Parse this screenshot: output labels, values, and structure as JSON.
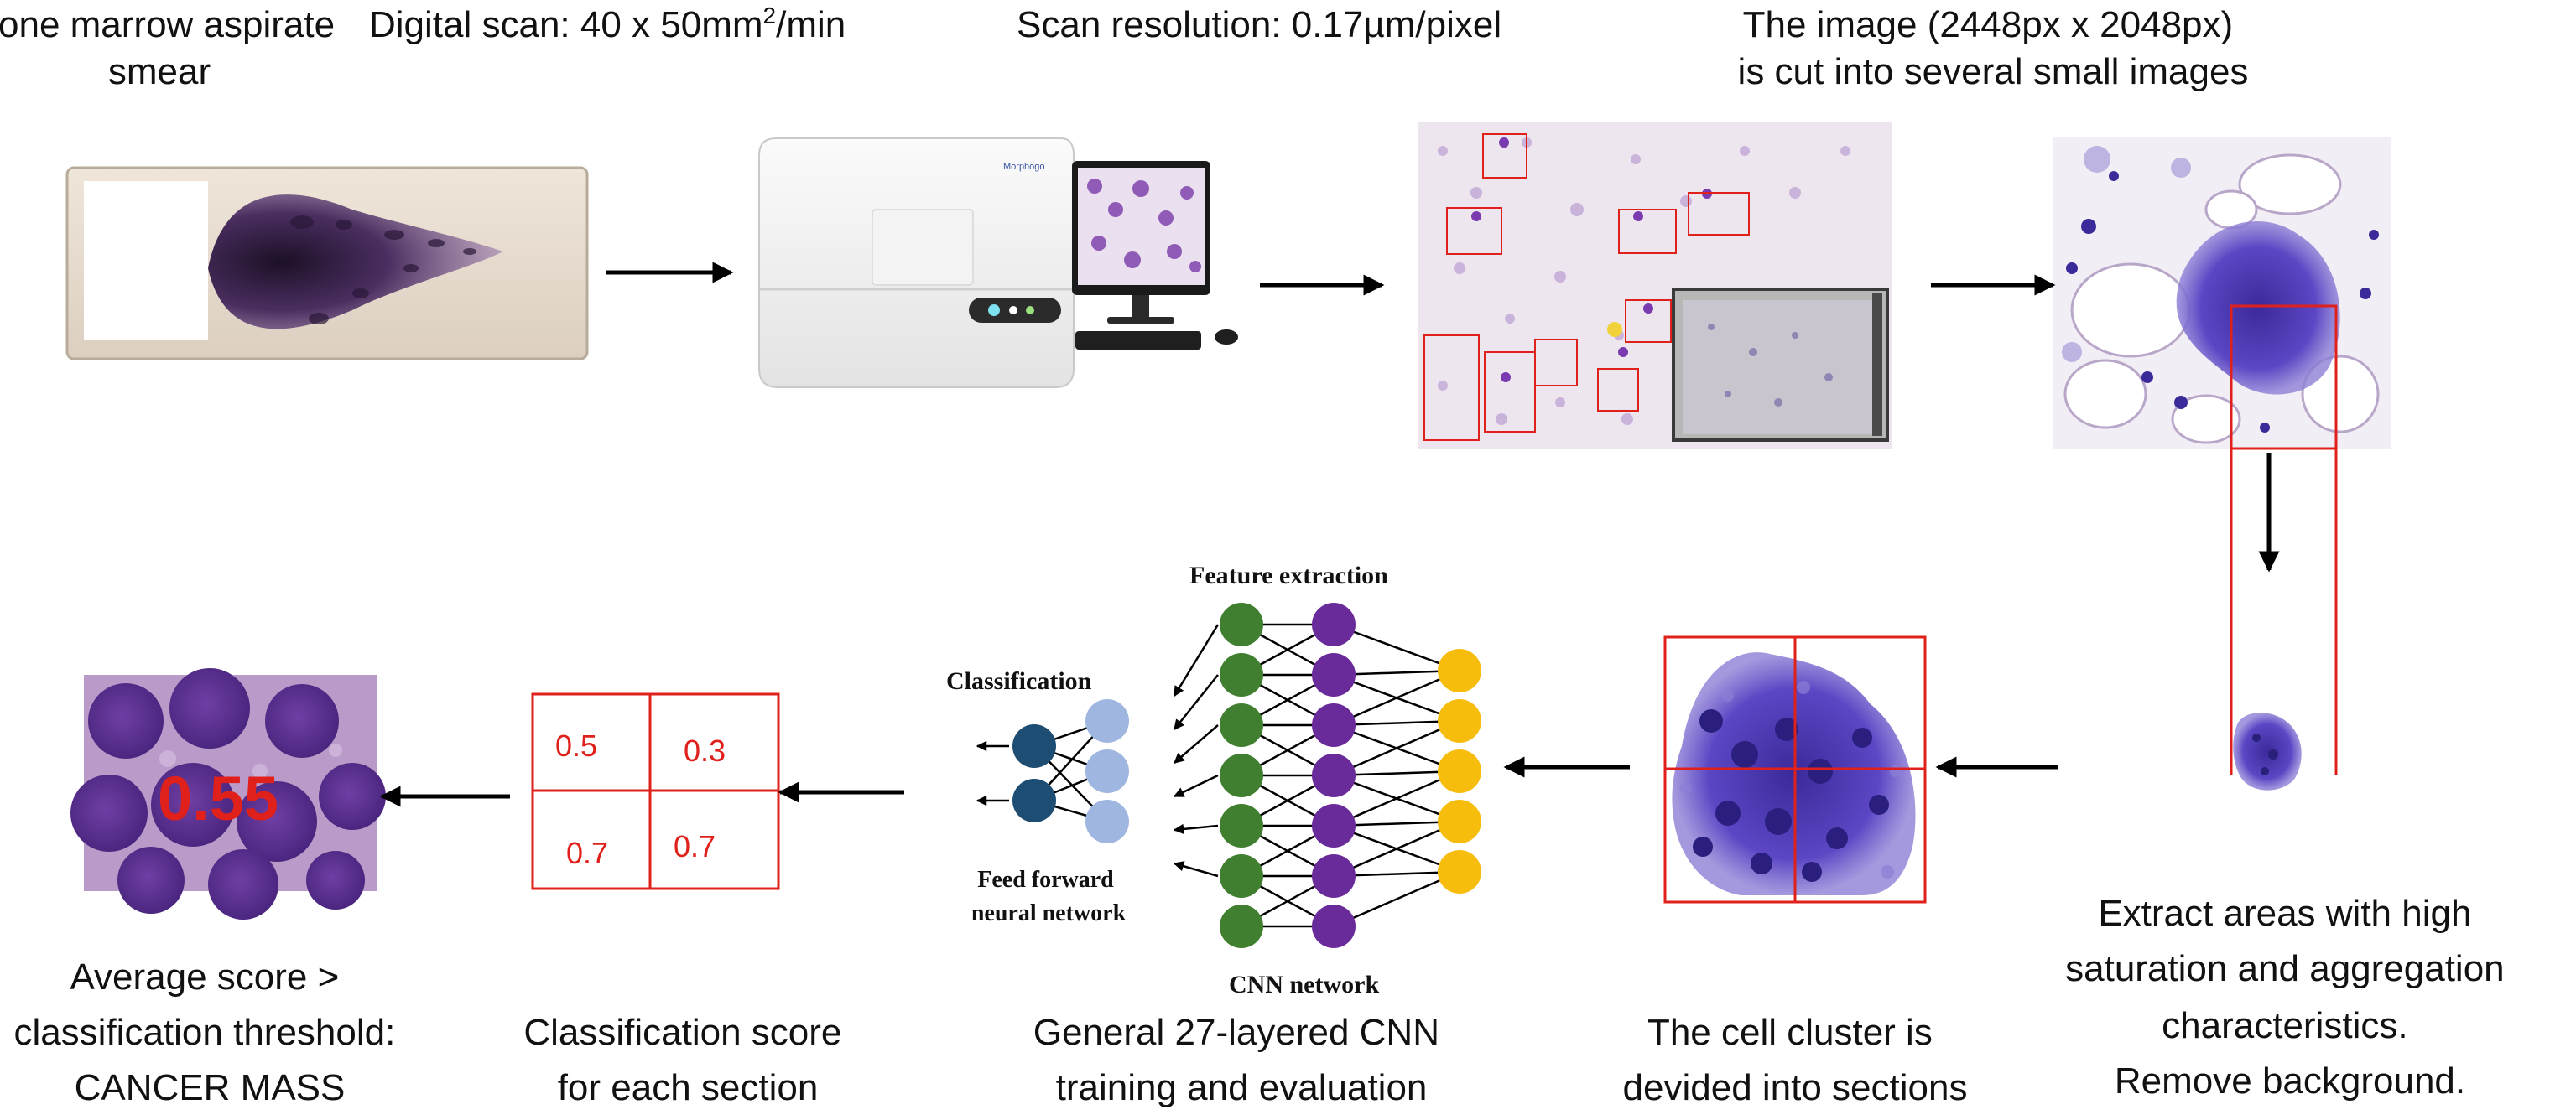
{
  "captions": {
    "smear": [
      "Bone marrow aspirate",
      "smear"
    ],
    "digital_scan": "Digital scan: 40 x 50mm",
    "digital_scan_sup": "2",
    "digital_scan_tail": "/min",
    "scan_resolution": "Scan resolution: 0.17µm/pixel",
    "image_cut": [
      "The image (2448px x 2048px)",
      "is cut into several small images"
    ],
    "extract": [
      "Extract areas with high",
      "saturation and aggregation",
      "characteristics.",
      "Remove background."
    ],
    "cluster": [
      "The cell cluster is",
      "devided into sections"
    ],
    "cnn": [
      "General 27-layered CNN",
      "training and evaluation"
    ],
    "class_score": [
      "Classification score",
      "for each section"
    ],
    "average": [
      "Average score >",
      "classification threshold:",
      "CANCER MASS"
    ]
  },
  "network_labels": {
    "feature_extraction": "Feature extraction",
    "classification": "Classification",
    "feed_forward": [
      "Feed forward",
      "neural network"
    ],
    "cnn_network": "CNN network"
  },
  "scores": {
    "top_left": "0.5",
    "top_right": "0.3",
    "bottom_left": "0.7",
    "bottom_right": "0.7",
    "average": "0.55"
  },
  "scanner_brand": "Morphogo",
  "colors": {
    "grid_red": "#e0201b",
    "node_green": "#3f7f2f",
    "node_purple": "#6a2b9a",
    "node_yellow": "#f7bd0c",
    "node_navy": "#1d4d73",
    "node_lightblue": "#9fb7e0",
    "stain_purple": "#5b3a9a"
  }
}
